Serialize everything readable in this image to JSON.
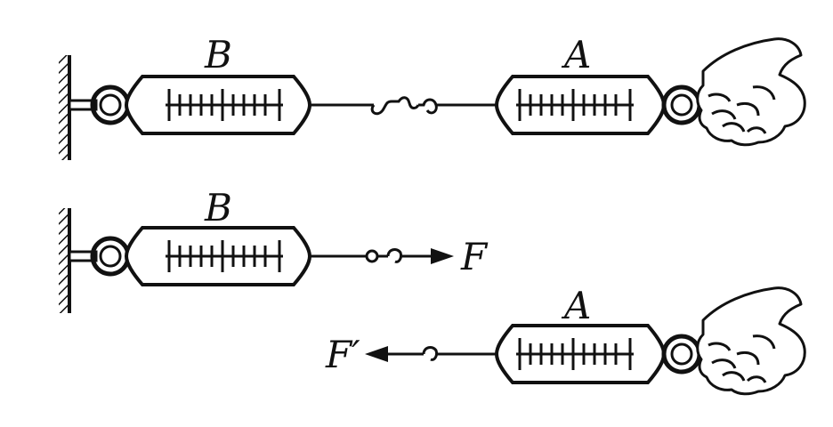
{
  "labels": {
    "top_B": "B",
    "top_A": "A",
    "mid_B": "B",
    "mid_F": "F",
    "bot_A": "A",
    "bot_Fprime": "F′"
  },
  "colors": {
    "ink": "#111111",
    "background": "#ffffff"
  },
  "icons": [
    "wall-support",
    "ring",
    "spring-scale",
    "hook",
    "hand",
    "arrow"
  ]
}
